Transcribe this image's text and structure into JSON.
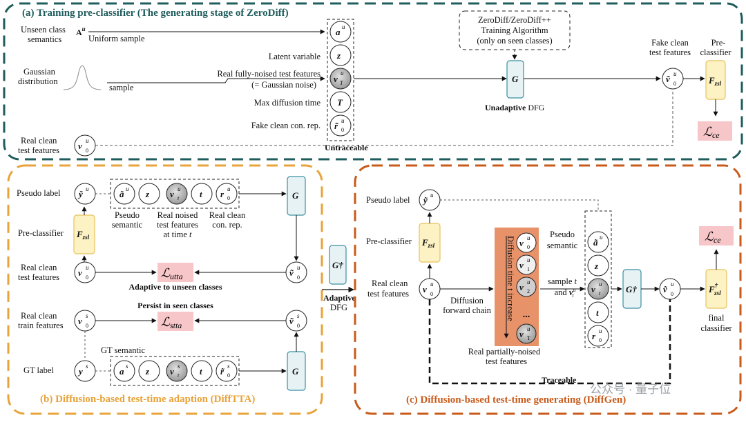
{
  "panel_a": {
    "title": "(a) Training pre-classifier (The generating stage of ZeroDiff)",
    "unseen_semantics": "Unseen class semantics",
    "a_u_source": "A",
    "a_u_source_sup": "u",
    "uniform_sample": "Uniform sample",
    "gaussian": "Gaussian distribution",
    "sample": "sample",
    "latent": "Latent variable",
    "real_fully_noised": "Real fully-noised test features",
    "gaussian_noise": "(= Gaussian noise)",
    "max_t": "Max diffusion time",
    "fake_clean_rep": "Fake clean con. rep.",
    "real_clean_test": "Real clean test features",
    "untraceable": "Untraceable",
    "algo_box": [
      "ZeroDiff/ZeroDiff++",
      "Training Algorithm",
      "(only on seen classes)"
    ],
    "G": "G",
    "unadaptive_bold": "Unadaptive",
    "unadaptive_rest": "DFG",
    "fake_clean_test": "Fake clean test features",
    "pre_classifier": "Pre-classifier",
    "F_zsl": "F",
    "F_sub": "zsl",
    "loss_ce": "ℒ",
    "loss_ce_sub": "ce"
  },
  "panel_b": {
    "title": "(b) Diffusion-based test-time adaption (DiffTTA)",
    "pseudo_label": "Pseudo label",
    "pre_classifier": "Pre-classifier",
    "real_clean_test": "Real clean test features",
    "real_clean_train": "Real clean train features",
    "gt_label": "GT label",
    "pseudo_semantic": "Pseudo semantic",
    "real_noised_at_t": "Real noised test features at time t",
    "real_clean_rep": "Real clean con. rep.",
    "gt_semantic": "GT semantic",
    "loss_utta_sub": "utta",
    "loss_stta_sub": "stta",
    "adaptive_unseen": "Adaptive to unseen classes",
    "persist_seen": "Persist in seen classes",
    "G": "G"
  },
  "middle": {
    "G_dagger": "G†",
    "adaptive_bold": "Adaptive",
    "dfg": "DFG"
  },
  "panel_c": {
    "title": "(c) Diffusion-based test-time generating (DiffGen)",
    "pseudo_label": "Pseudo label",
    "pre_classifier": "Pre-classifier",
    "real_clean_test": "Real clean test features",
    "diffusion_forward": "Diffusion forward chain",
    "diffusion_time": "Diffusion time t increase",
    "dots": "...",
    "real_partially_noised": "Real partially-noised test features",
    "pseudo_semantic": "Pseudo semantic",
    "sample_t": "sample t",
    "and_v": "and v",
    "traceable": "Traceable",
    "final_classifier": "final classifier",
    "loss_ce_sub": "ce"
  },
  "watermark": "公众号 · 量子位",
  "colors": {
    "panel_a_border": "#1f5c5c",
    "panel_b_border": "#e8a33a",
    "panel_c_border": "#c85a1a",
    "G_fill": "#e6f2f4",
    "G_stroke": "#3a8fa0",
    "F_fill": "#fdf2c4",
    "F_stroke": "#e6c25a",
    "loss_fill": "#f7c6c9",
    "orange_bar": "#e8926a"
  }
}
